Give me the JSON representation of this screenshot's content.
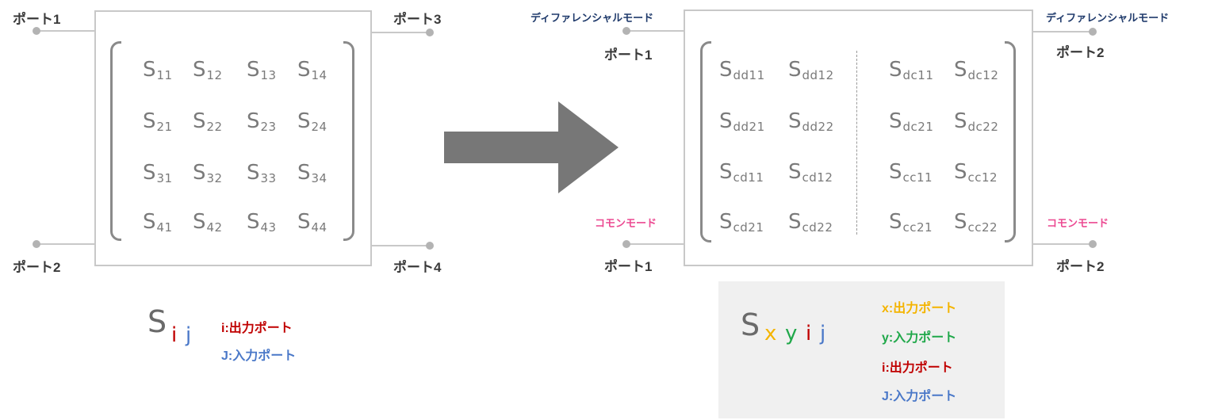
{
  "left": {
    "ports": {
      "p1": "ポート1",
      "p2": "ポート2",
      "p3": "ポート3",
      "p4": "ポート4"
    },
    "matrix": [
      [
        {
          "s": "S",
          "sub": "11"
        },
        {
          "s": "S",
          "sub": "12"
        },
        {
          "s": "S",
          "sub": "13"
        },
        {
          "s": "S",
          "sub": "14"
        }
      ],
      [
        {
          "s": "S",
          "sub": "21"
        },
        {
          "s": "S",
          "sub": "22"
        },
        {
          "s": "S",
          "sub": "23"
        },
        {
          "s": "S",
          "sub": "24"
        }
      ],
      [
        {
          "s": "S",
          "sub": "31"
        },
        {
          "s": "S",
          "sub": "32"
        },
        {
          "s": "S",
          "sub": "33"
        },
        {
          "s": "S",
          "sub": "34"
        }
      ],
      [
        {
          "s": "S",
          "sub": "41"
        },
        {
          "s": "S",
          "sub": "42"
        },
        {
          "s": "S",
          "sub": "43"
        },
        {
          "s": "S",
          "sub": "44"
        }
      ]
    ],
    "notation": {
      "s": "S",
      "i": "i",
      "j": "j"
    },
    "legend": {
      "i": "i:出力ポート",
      "j": "J:入力ポート"
    }
  },
  "right": {
    "modes": {
      "diff_left": "ディファレンシャルモード",
      "diff_right": "ディファレンシャルモード",
      "com_left": "コモンモード",
      "com_right": "コモンモード"
    },
    "ports": {
      "top_left": "ポート1",
      "bottom_left": "ポート1",
      "top_right": "ポート2",
      "bottom_right": "ポート2"
    },
    "matrix_left": [
      [
        {
          "s": "S",
          "sub": "dd11"
        },
        {
          "s": "S",
          "sub": "dd12"
        }
      ],
      [
        {
          "s": "S",
          "sub": "dd21"
        },
        {
          "s": "S",
          "sub": "dd22"
        }
      ],
      [
        {
          "s": "S",
          "sub": "cd11"
        },
        {
          "s": "S",
          "sub": "cd12"
        }
      ],
      [
        {
          "s": "S",
          "sub": "cd21"
        },
        {
          "s": "S",
          "sub": "cd22"
        }
      ]
    ],
    "matrix_right": [
      [
        {
          "s": "S",
          "sub": "dc11"
        },
        {
          "s": "S",
          "sub": "dc12"
        }
      ],
      [
        {
          "s": "S",
          "sub": "dc21"
        },
        {
          "s": "S",
          "sub": "dc22"
        }
      ],
      [
        {
          "s": "S",
          "sub": "cc11"
        },
        {
          "s": "S",
          "sub": "cc12"
        }
      ],
      [
        {
          "s": "S",
          "sub": "cc21"
        },
        {
          "s": "S",
          "sub": "cc22"
        }
      ]
    ],
    "notation": {
      "s": "S",
      "x": "x",
      "y": "y",
      "i": "i",
      "j": "j"
    },
    "legend": {
      "x": "x:出力ポート",
      "y": "y:入力ポート",
      "i": "i:出力ポート",
      "j": "J:入力ポート"
    }
  },
  "colors": {
    "x": "#f4b400",
    "y": "#20a84a",
    "i": "#c00000",
    "j": "#4a78c8"
  }
}
